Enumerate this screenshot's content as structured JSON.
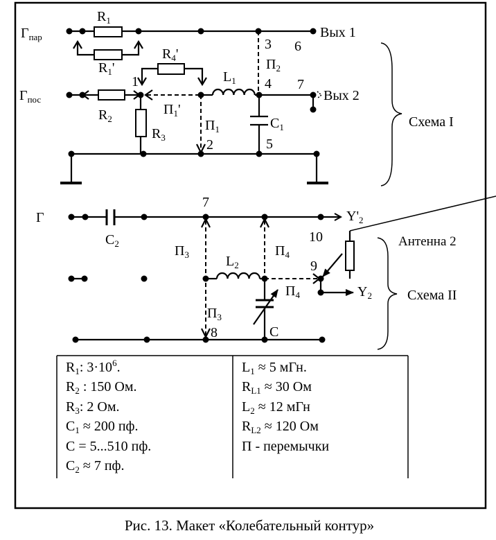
{
  "figure": {
    "caption": "Рис. 13. Макет «Колебательный контур»"
  },
  "schema1": {
    "title": "Схема I",
    "gen_par": {
      "b": "Г",
      "s": "пар"
    },
    "gen_pos": {
      "b": "Г",
      "s": "пос"
    },
    "R1": {
      "b": "R",
      "s": "1"
    },
    "R1p": {
      "b": "R",
      "s": "1",
      "e": "'"
    },
    "R4p": {
      "b": "R",
      "s": "4",
      "e": "'"
    },
    "L1": {
      "b": "L",
      "s": "1"
    },
    "R2": {
      "b": "R",
      "s": "2"
    },
    "R3": {
      "b": "R",
      "s": "3"
    },
    "C1": {
      "b": "C",
      "s": "1"
    },
    "P1p": {
      "b": "П",
      "s": "1",
      "e": "'"
    },
    "P1": {
      "b": "П",
      "s": "1"
    },
    "P2": {
      "b": "П",
      "s": "2"
    },
    "out1": "Вых 1",
    "out2": "Вых 2",
    "nodes": [
      "1",
      "2",
      "3",
      "4",
      "5",
      "6",
      "7"
    ]
  },
  "schema2": {
    "title": "Схема II",
    "antenna": "Антенна 2",
    "gen": "Г",
    "C2": {
      "b": "C",
      "s": "2"
    },
    "L2": {
      "b": "L",
      "s": "2"
    },
    "C": "C",
    "P3": {
      "b": "П",
      "s": "3"
    },
    "P4": {
      "b": "П",
      "s": "4"
    },
    "Y2p": {
      "b": "Y'",
      "s": "2"
    },
    "Y2": {
      "b": "Y",
      "s": "2"
    },
    "nodes": [
      "7",
      "8",
      "9",
      "10"
    ]
  },
  "table": {
    "left": [
      {
        "b": "R",
        "s": "1",
        "t": ":  3·10",
        "sup": "6",
        "e": "."
      },
      {
        "b": "R",
        "s": "2",
        "t": " : 150 Ом."
      },
      {
        "b": "R",
        "s": "3",
        "t": ": 2 Ом."
      },
      {
        "b": "C",
        "s": "1",
        "t": " ≈ 200 пф."
      },
      {
        "b": "",
        "s": "",
        "t": "C = 5...510 пф."
      },
      {
        "b": "C",
        "s": "2",
        "t": " ≈ 7 пф."
      }
    ],
    "right": [
      {
        "b": "L",
        "s": "1",
        "t": " ≈ 5 мГн."
      },
      {
        "b": "R",
        "s": "L1",
        "t": " ≈ 30 Ом"
      },
      {
        "b": "L",
        "s": "2",
        "t": " ≈ 12 мГн"
      },
      {
        "b": "R",
        "s": "L2",
        "t": " ≈ 120 Ом"
      },
      {
        "b": "",
        "s": "",
        "t": "П - перемычки"
      }
    ]
  }
}
